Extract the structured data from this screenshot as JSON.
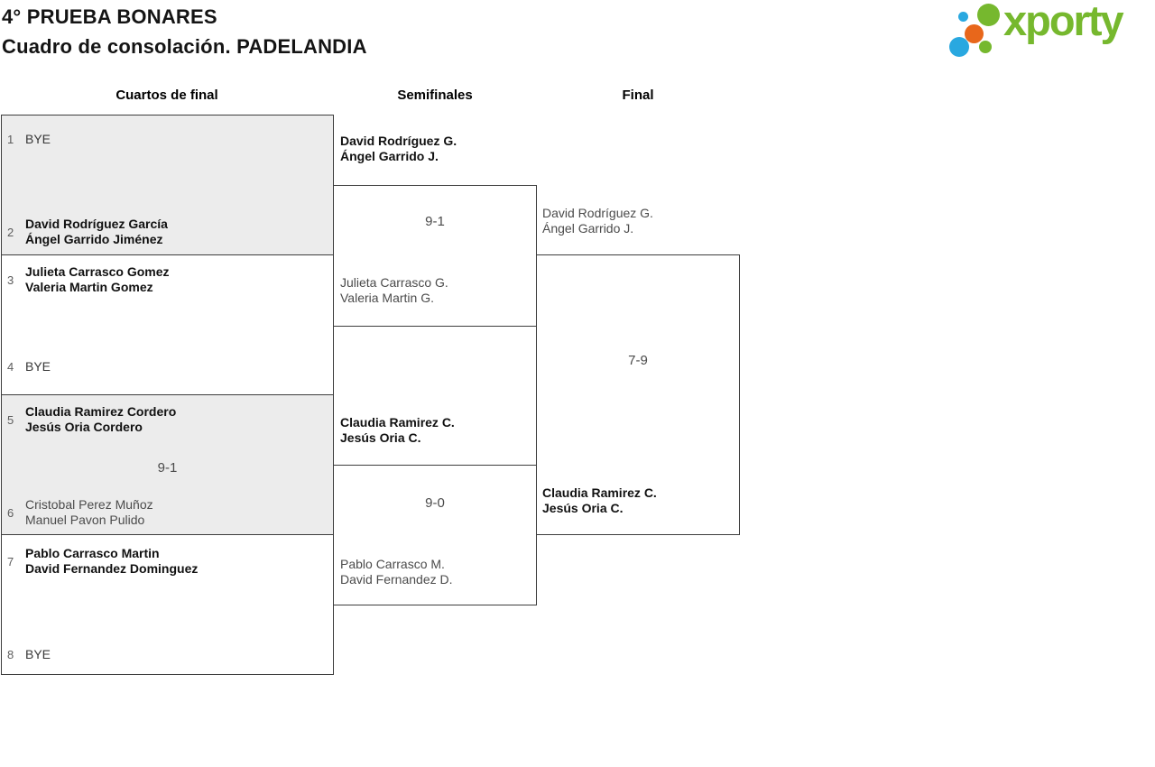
{
  "header": {
    "title_line1": "4° PRUEBA BONARES",
    "title_line2": "Cuadro de consolación. PADELANDIA"
  },
  "logo": {
    "text": "xporty",
    "brand_green": "#76b82e",
    "brand_blue": "#29a8e0",
    "brand_orange": "#e8671b"
  },
  "round_headers": {
    "quarterfinals": "Cuartos de final",
    "semifinals": "Semifinales",
    "final": "Final"
  },
  "colors": {
    "box_grey": "#ececec",
    "border": "#3d3d3d",
    "winner_text": "#111111",
    "loser_text": "#4b4b4b"
  },
  "matches": {
    "qf1": {
      "seed_top": "1",
      "top_line1": "BYE",
      "seed_bottom": "2",
      "bottom_line1": "David Rodríguez García",
      "bottom_line2": "Ángel Garrido Jiménez"
    },
    "qf2": {
      "seed_top": "3",
      "top_line1": "Julieta Carrasco Gomez",
      "top_line2": "Valeria Martin Gomez",
      "seed_bottom": "4",
      "bottom_line1": "BYE"
    },
    "qf3": {
      "seed_top": "5",
      "top_line1": "Claudia Ramirez Cordero",
      "top_line2": "Jesús Oria Cordero",
      "score": "9-1",
      "seed_bottom": "6",
      "bottom_line1": "Cristobal Perez Muñoz",
      "bottom_line2": "Manuel Pavon Pulido"
    },
    "qf4": {
      "seed_top": "7",
      "top_line1": "Pablo Carrasco Martin",
      "top_line2": "David Fernandez Dominguez",
      "seed_bottom": "8",
      "bottom_line1": "BYE"
    },
    "sf1": {
      "top_line1": "David Rodríguez G.",
      "top_line2": "Ángel Garrido J.",
      "score": "9-1",
      "bottom_line1": "Julieta Carrasco G.",
      "bottom_line2": "Valeria Martin G."
    },
    "sf2": {
      "top_line1": "Claudia Ramirez C.",
      "top_line2": "Jesús Oria C.",
      "score": "9-0",
      "bottom_line1": "Pablo Carrasco M.",
      "bottom_line2": "David Fernandez D."
    },
    "final": {
      "top_line1": "David Rodríguez G.",
      "top_line2": "Ángel Garrido J.",
      "score": "7-9",
      "bottom_line1": "Claudia Ramirez C.",
      "bottom_line2": "Jesús Oria C."
    }
  }
}
